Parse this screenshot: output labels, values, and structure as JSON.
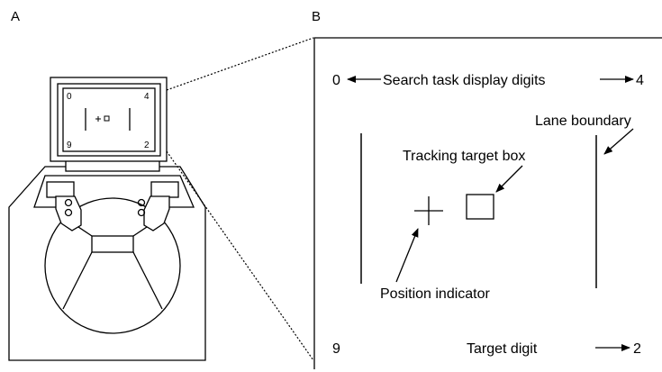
{
  "panels": {
    "left_letter": "A",
    "right_letter": "B"
  },
  "monitor_screen": {
    "digit_top_left": "0",
    "digit_top_right": "4",
    "digit_bottom_left": "9",
    "digit_bottom_right": "2"
  },
  "display": {
    "digit_top_left": "0",
    "digit_top_right": "4",
    "digit_bottom_left": "9",
    "digit_bottom_right": "2",
    "search_task_label": "Search task display digits",
    "lane_boundary_label": "Lane boundary",
    "tracking_target_label": "Tracking target box",
    "position_indicator_label": "Position indicator",
    "target_digit_label": "Target digit"
  },
  "colors": {
    "ink": "#000000",
    "background": "#ffffff"
  }
}
